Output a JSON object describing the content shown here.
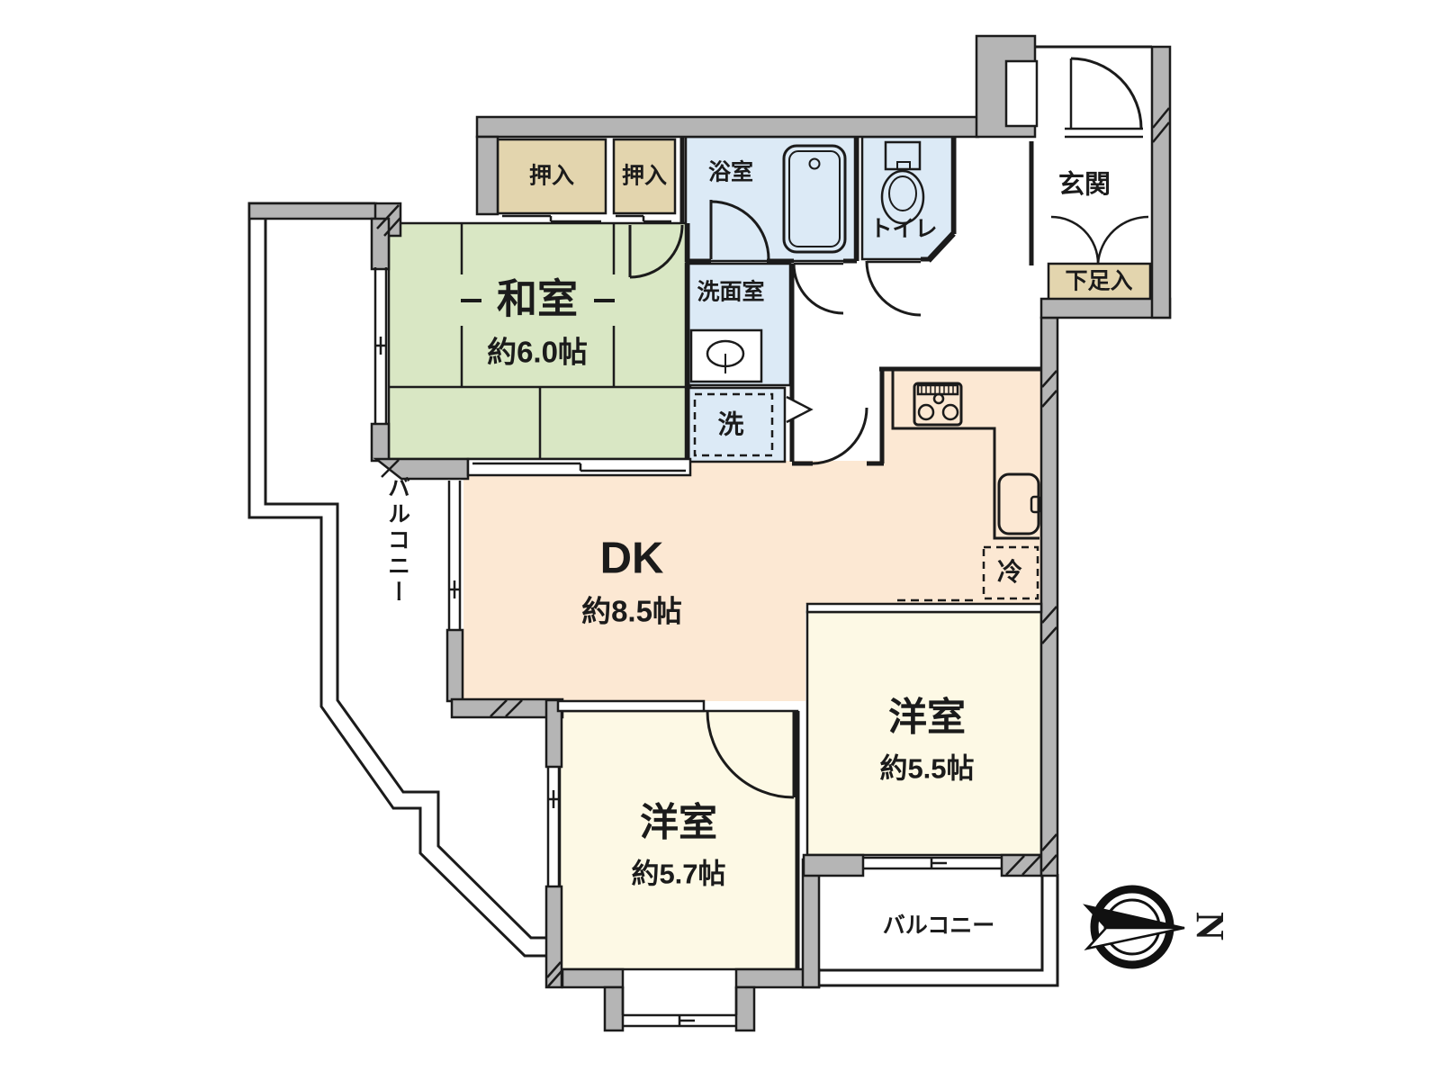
{
  "rooms": {
    "washitsu": {
      "label": "和室",
      "size": "約6.0帖"
    },
    "dk": {
      "label": "DK",
      "size": "約8.5帖"
    },
    "western_room_right": {
      "label": "洋室",
      "size": "約5.5帖"
    },
    "western_room_bottom": {
      "label": "洋室",
      "size": "約5.7帖"
    }
  },
  "spaces": {
    "closet_1": {
      "label": "押入"
    },
    "closet_2": {
      "label": "押入"
    },
    "bathroom": {
      "label": "浴室"
    },
    "toilet": {
      "label": "トイレ"
    },
    "washroom": {
      "label": "洗面室"
    },
    "laundry": {
      "label": "洗"
    },
    "entrance": {
      "label": "玄関"
    },
    "shoe_cabinet": {
      "label": "下足入"
    },
    "refrigerator": {
      "label": "冷"
    },
    "balcony_left": {
      "label": "バルコニー"
    },
    "balcony_bottom": {
      "label": "バルコニー"
    }
  },
  "compass": {
    "label": "N"
  },
  "colors": {
    "wall_gray": "#b5b5b5",
    "tatami_green": "#d9e7c4",
    "closet_tan": "#e3d5ae",
    "water_blue": "#dceaf6",
    "dk_peach": "#fce8d3",
    "western_cream": "#fdf9e5",
    "line_black": "#1b1b1b"
  }
}
